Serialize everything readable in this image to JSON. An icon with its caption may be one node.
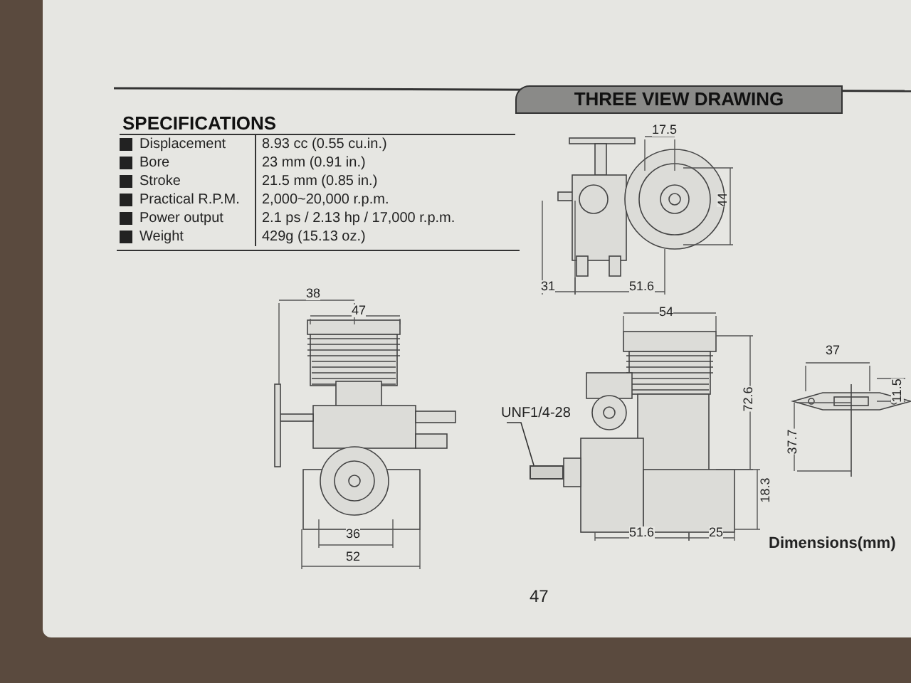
{
  "diagram": {
    "nodes": [
      {
        "text": [
          "THREE VIEW DRAWING"
        ]
      },
      {
        "text": [
          "UNF1/4-28"
        ]
      },
      {
        "text": [],
        "shape": "bar"
      }
    ],
    "edges": [
      {
        "from": 1,
        "to": 2,
        "arrow": "none"
      }
    ],
    "labels": [
      "SPECIFICATIONS",
      "Displacement",
      "8.93 cc (0.55 cu.in.)",
      "Bore",
      "23 mm (0.91 in.)",
      "Stroke",
      "21.5 mm (0.85 in.)",
      "Practical R.P.M.",
      "2,000~20,000 r.p.m.",
      "Power output",
      "2.1 ps / 2.13 hp / 17,000 r.p.m.",
      "Weight",
      "429g (15.13 oz.)",
      "17.5",
      "44",
      "31",
      "51.6",
      "38",
      "47",
      "54",
      "72.6",
      "37",
      "11.5",
      "37.7",
      "36",
      "52",
      "18.3",
      "51.6",
      "25",
      "Dimensions(mm)",
      "47"
    ]
  }
}
